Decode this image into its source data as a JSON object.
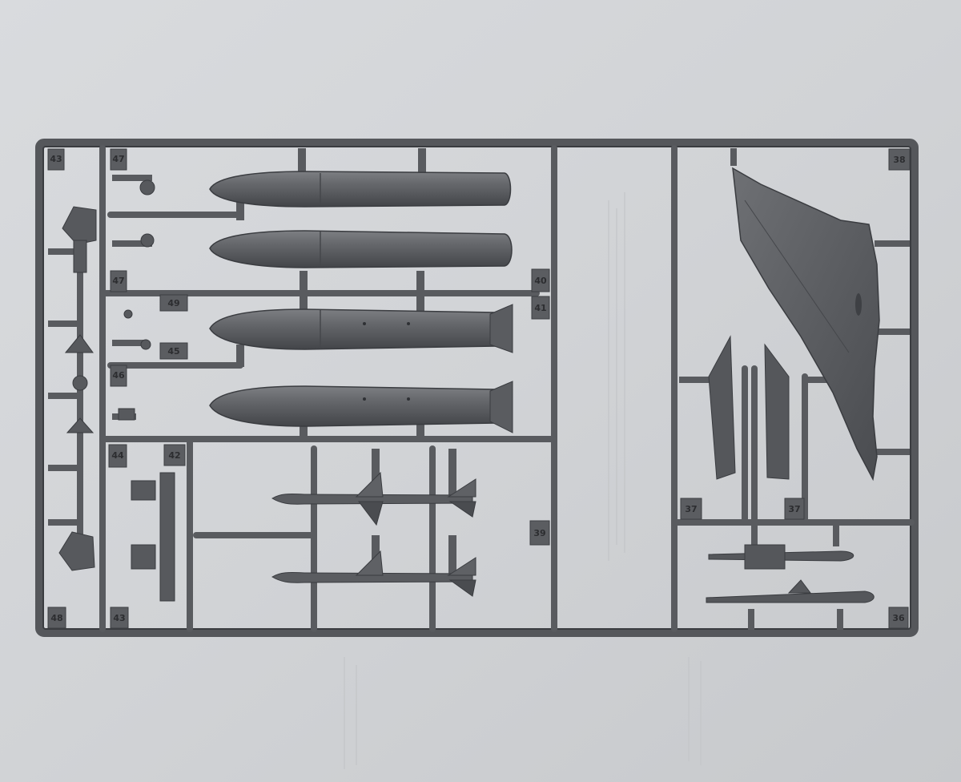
{
  "photo": {
    "colors": {
      "paper": "#d3d5d8",
      "plastic": "#5c5e62",
      "plastic_dark": "#3c3e42",
      "plastic_light": "#7a7c80",
      "numbers": "#2c2d30"
    }
  },
  "part_numbers": {
    "n1": "43",
    "n2": "47",
    "n3": "47",
    "n4": "49",
    "n5": "45",
    "n6": "46",
    "n7": "40",
    "n8": "41",
    "n9": "44",
    "n10": "42",
    "n11": "39",
    "n12": "48",
    "n13": "43",
    "n14": "37",
    "n15": "37",
    "n16": "38",
    "n17": "36"
  }
}
